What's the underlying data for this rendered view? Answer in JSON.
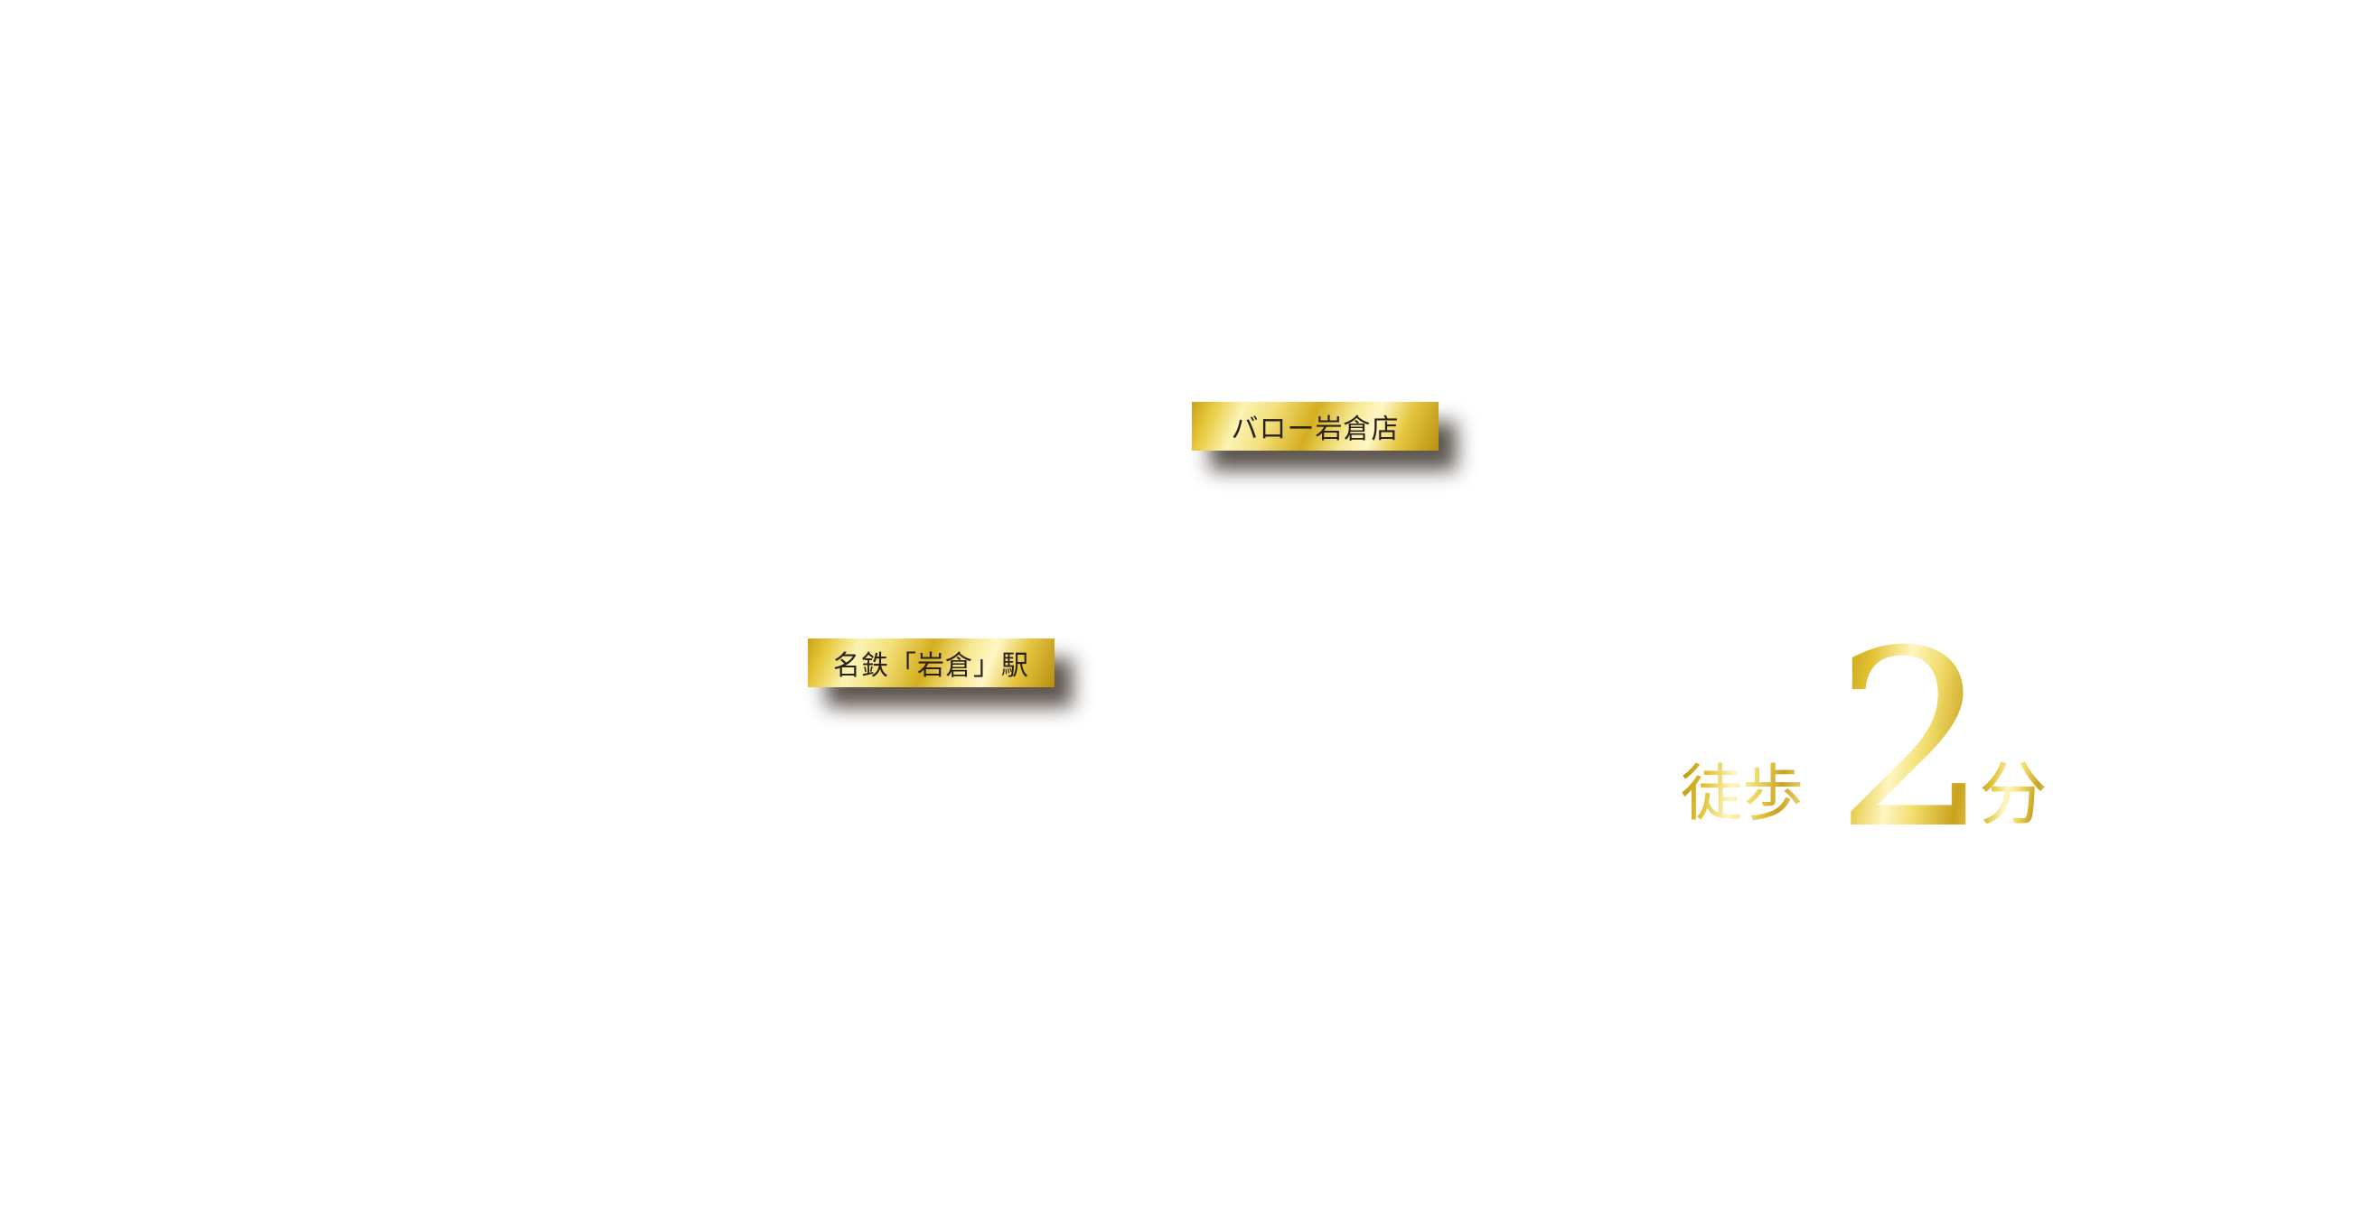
{
  "labels": {
    "valor_store": "バロー岩倉店",
    "station": "名鉄「岩倉」駅"
  },
  "walk_time": {
    "prefix": "徒歩",
    "minutes": "2",
    "unit": "分"
  },
  "colors": {
    "gold_light": "#fbf3b4",
    "gold_mid": "#e6c83a",
    "gold_dark": "#b88f10",
    "label_text": "#2a2218",
    "background": "#ffffff"
  }
}
